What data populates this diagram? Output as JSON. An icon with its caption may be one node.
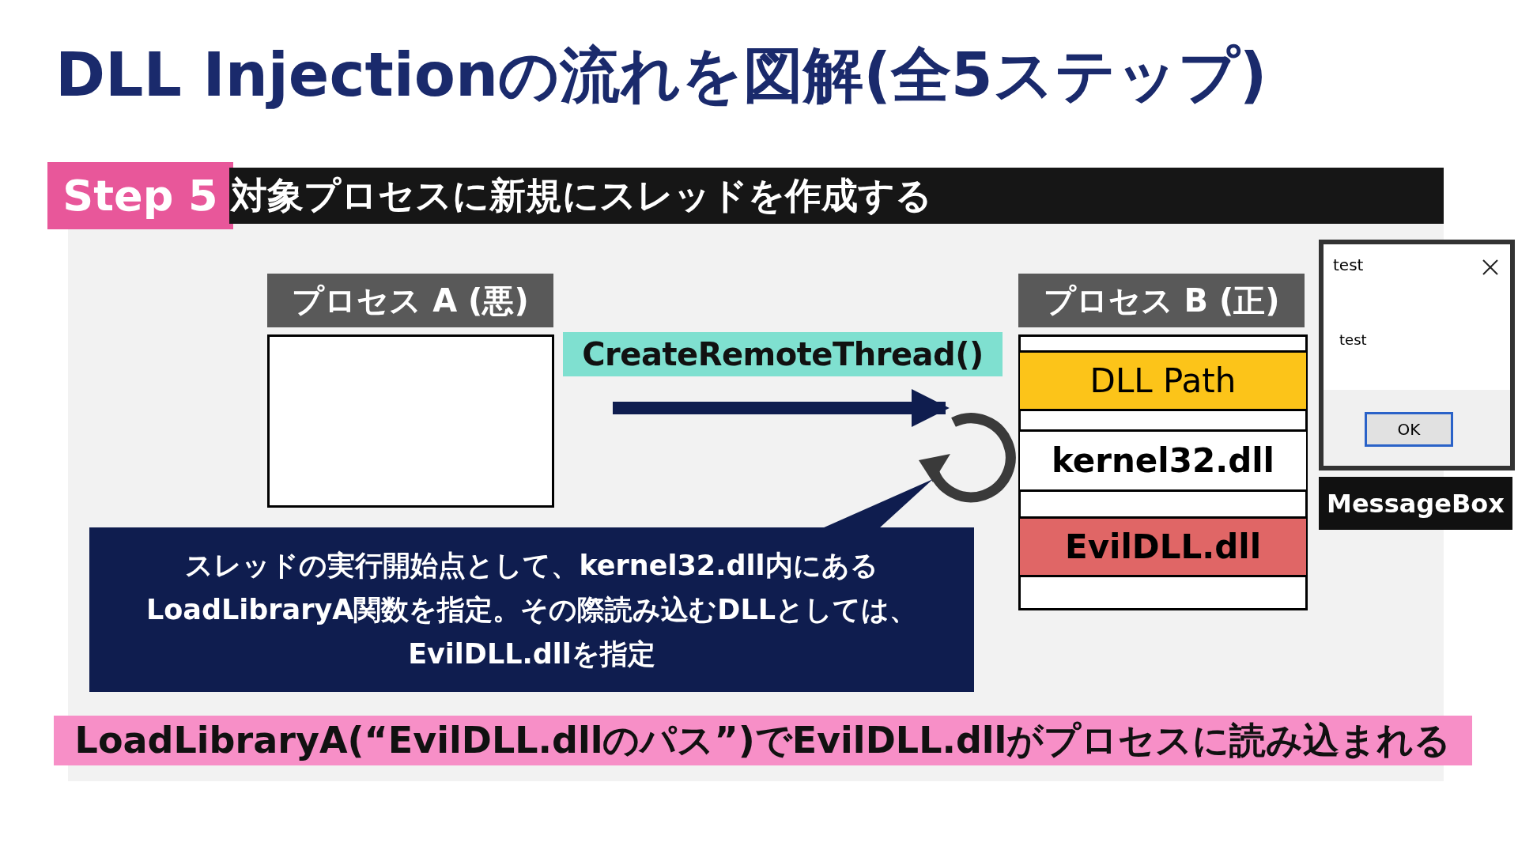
{
  "diagram": {
    "title": "DLL Injectionの流れを図解(全5ステップ)",
    "nodes": [
      {
        "text": [
          "Step 5"
        ]
      },
      {
        "text": [
          "対象プロセスに新規にスレッドを作成する"
        ]
      },
      {
        "text": [
          "プロセス A (悪)"
        ]
      },
      {
        "text": [
          "プロセス B (正)"
        ]
      },
      {
        "text": [
          "DLL Path"
        ],
        "in": 3
      },
      {
        "text": [
          "kernel32.dll"
        ],
        "in": 3
      },
      {
        "text": [
          "EvilDLL.dll"
        ],
        "in": 3
      },
      {
        "text": [],
        "shape": "circle"
      },
      {
        "text": [
          "スレッドの実行開始点として、kernel32.dll内にあるLoadLibraryA関数を指定。その際読み込むDLLとしては、EvilDLL.dllを指定"
        ]
      },
      {
        "text": [
          "test",
          "test"
        ]
      },
      {
        "text": [
          "OK"
        ],
        "in": 9
      },
      {
        "text": [
          "MessageBox"
        ]
      },
      {
        "text": [
          "LoadLibraryA(“EvilDLL.dllのパス”)でEvilDLL.dllがプロセスに読み込まれる"
        ]
      }
    ],
    "edges": [
      {
        "from": null,
        "to": 7,
        "arrow": "to",
        "label": "CreateRemoteThread()"
      },
      {
        "from": 8,
        "to": 7,
        "arrow": "none"
      }
    ]
  }
}
